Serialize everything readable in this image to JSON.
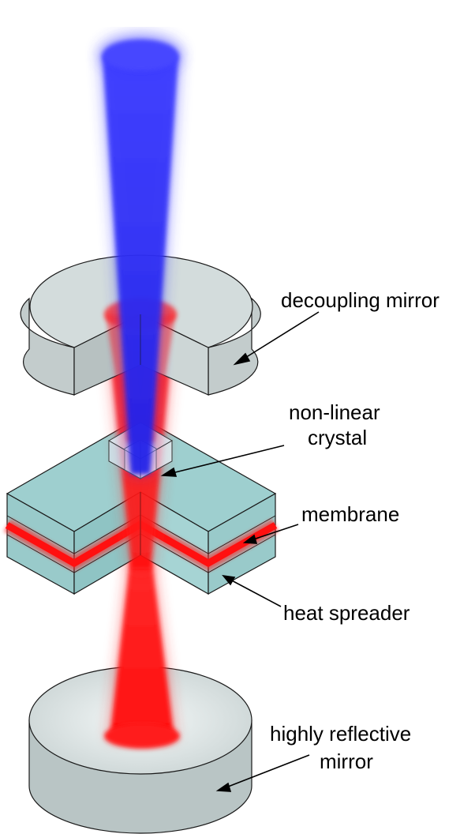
{
  "labels": {
    "decoupling_mirror": "decoupling mirror",
    "nonlinear_crystal_line1": "non-linear",
    "nonlinear_crystal_line2": "crystal",
    "membrane": "membrane",
    "heat_spreader": "heat spreader",
    "reflective_mirror_line1": "highly reflective",
    "reflective_mirror_line2": "mirror"
  },
  "colors": {
    "blue_beam": "#2a2aff",
    "red_beam": "#ff1a1a",
    "mirror_top": "#d3dcdc",
    "mirror_side": "#b9c5c5",
    "heat_spreader": "#99caca",
    "membrane": "#ff2020",
    "crystal": "#dde8f2",
    "outline": "#1a1a1a"
  }
}
